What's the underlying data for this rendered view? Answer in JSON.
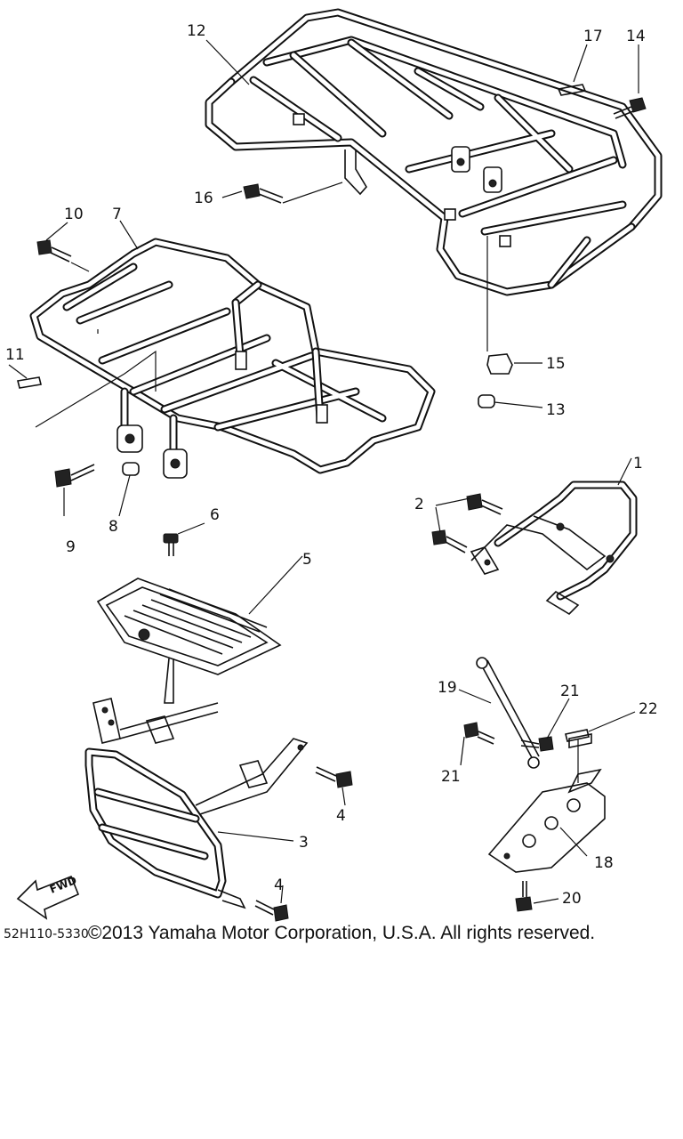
{
  "diagram": {
    "labels": [
      "1",
      "2",
      "3",
      "4",
      "4",
      "5",
      "6",
      "7",
      "8",
      "9",
      "10",
      "11",
      "12",
      "13",
      "14",
      "15",
      "16",
      "17",
      "18",
      "19",
      "20",
      "21",
      "21",
      "22"
    ],
    "drawing_code": "52H110-5330",
    "fwd_text": "FWD"
  },
  "footer": {
    "copyright": "©2013 Yamaha Motor Corporation, U.S.A. All rights reserved."
  }
}
